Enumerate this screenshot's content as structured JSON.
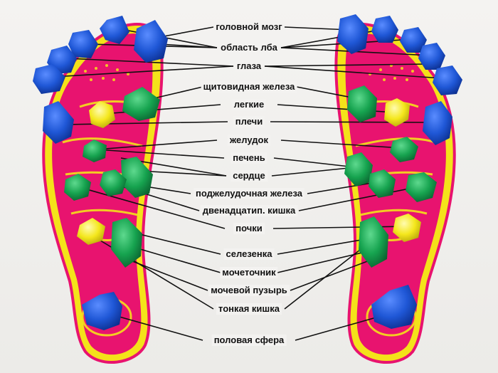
{
  "labels": [
    {
      "id": "brain",
      "text": "головной мозг"
    },
    {
      "id": "forehead",
      "text": "область лба"
    },
    {
      "id": "eyes",
      "text": "глаза"
    },
    {
      "id": "thyroid",
      "text": "щитовидная железа"
    },
    {
      "id": "lungs",
      "text": "легкие"
    },
    {
      "id": "shoulders",
      "text": "плечи"
    },
    {
      "id": "stomach",
      "text": "желудок"
    },
    {
      "id": "liver",
      "text": "печень"
    },
    {
      "id": "heart",
      "text": "сердце"
    },
    {
      "id": "pancreas",
      "text": "поджелудочная железа"
    },
    {
      "id": "duodenum",
      "text": "двенадцатип. кишка"
    },
    {
      "id": "kidneys",
      "text": "почки"
    },
    {
      "id": "spleen",
      "text": "селезенка"
    },
    {
      "id": "ureter",
      "text": "мочеточник"
    },
    {
      "id": "bladder",
      "text": "мочевой пузырь"
    },
    {
      "id": "small-intestine",
      "text": "тонкая кишка"
    },
    {
      "id": "genitals",
      "text": "половая сфера"
    }
  ],
  "colors": {
    "sole": "#e8136f",
    "sole_outline": "#f4e21a",
    "marker_blue": "#1f57d6",
    "marker_green": "#16a34f",
    "marker_yellow": "#f4e71c",
    "leader_line": "#111111"
  }
}
